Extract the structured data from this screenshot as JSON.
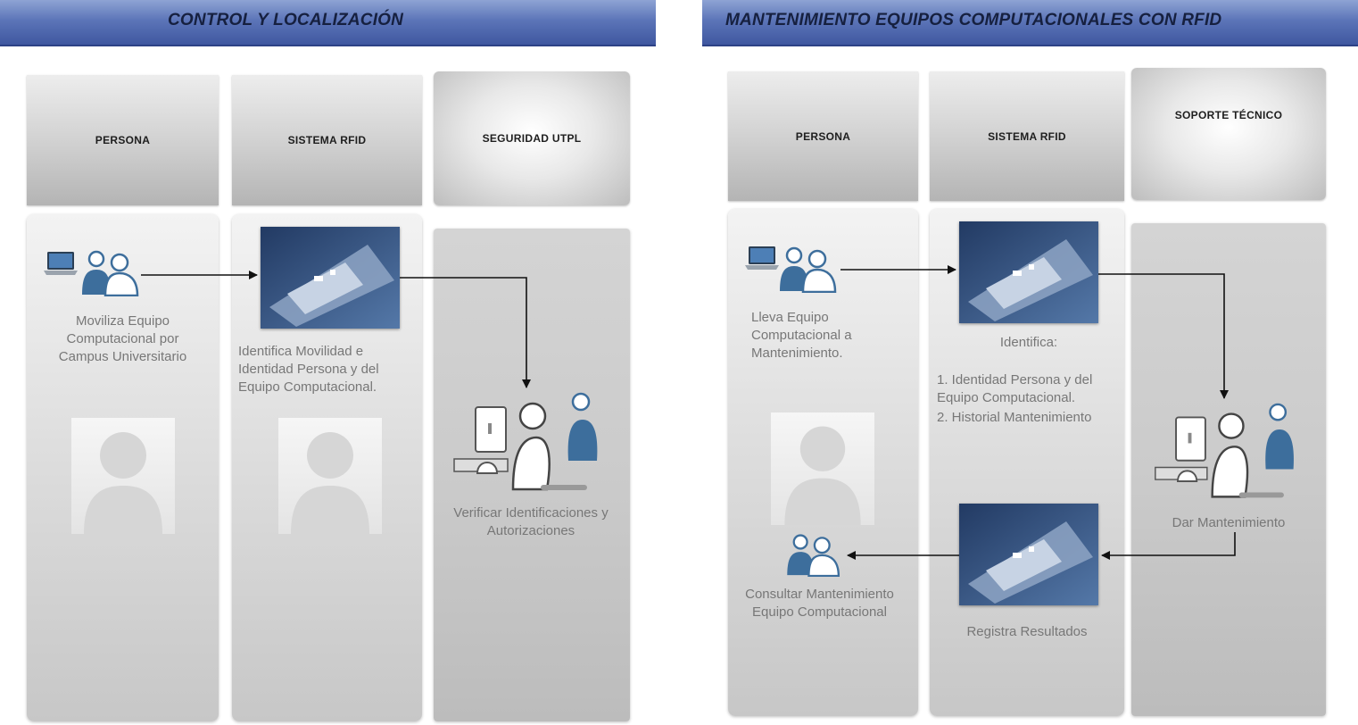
{
  "left_diagram": {
    "title": "CONTROL Y LOCALIZACIÓN",
    "lanes": [
      "PERSONA",
      "SISTEMA RFID",
      "SEGURIDAD UTPL"
    ],
    "steps": {
      "moviliza": "Moviliza Equipo Computacional por Campus Universitario",
      "identifica": "Identifica Movilidad e Identidad Persona y del Equipo Computacional.",
      "verificar": "Verificar Identificaciones y Autorizaciones"
    }
  },
  "right_diagram": {
    "title": "MANTENIMIENTO EQUIPOS COMPUTACIONALES CON RFID",
    "lanes": [
      "PERSONA",
      "SISTEMA RFID",
      "SOPORTE TÉCNICO"
    ],
    "steps": {
      "lleva": "Lleva Equipo Computacional a Mantenimiento.",
      "identifica_title": "Identifica:",
      "identifica_item1": "1. Identidad Persona y del Equipo Computacional.",
      "identifica_item2": "2. Historial Mantenimiento",
      "dar": "Dar Mantenimiento",
      "registra": "Registra Resultados",
      "consultar": "Consultar Mantenimiento Equipo Computacional"
    }
  },
  "colors": {
    "banner": "#4a62a8",
    "banner_text": "#16203f",
    "icon_blue": "#3d6e9c",
    "step_text": "#777777"
  },
  "icons": [
    "laptop-icon",
    "people-icon",
    "rfid-reader-image",
    "operator-icon",
    "avatar-placeholder-icon"
  ]
}
